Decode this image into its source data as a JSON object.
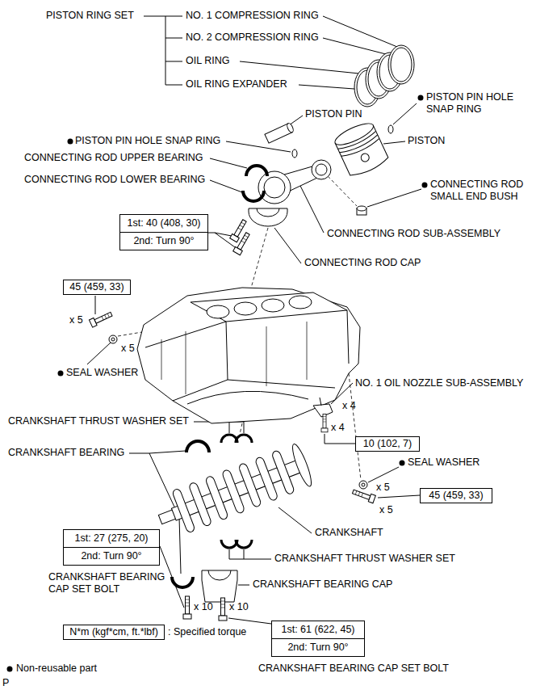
{
  "diagram": {
    "nodes": [
      {
        "text": [
          "1st: 40 (408, 30)",
          "2nd: Turn 90°"
        ]
      },
      {
        "text": [
          "45 (459, 33)"
        ]
      },
      {
        "text": [
          "10 (102, 7)"
        ]
      },
      {
        "text": [
          "45 (459, 33)"
        ]
      },
      {
        "text": [
          "1st: 27 (275, 20)",
          "2nd: Turn 90°"
        ]
      },
      {
        "text": [
          "1st: 61 (622, 45)",
          "2nd: Turn 90°"
        ]
      },
      {
        "text": [
          "N*m (kgf*cm, ft.*lbf)"
        ]
      }
    ],
    "labels": [
      "PISTON RING SET",
      "NO. 1 COMPRESSION RING",
      "NO. 2 COMPRESSION RING",
      "OIL RING",
      "OIL RING EXPANDER",
      "PISTON PIN HOLE SNAP RING",
      "PISTON PIN",
      "PISTON",
      "PISTON PIN HOLE SNAP RING",
      "CONNECTING ROD UPPER BEARING",
      "CONNECTING ROD LOWER BEARING",
      "CONNECTING ROD SMALL END BUSH",
      "CONNECTING ROD SUB-ASSEMBLY",
      "CONNECTING ROD CAP",
      "x 5",
      "x 5",
      "SEAL WASHER",
      "NO. 1 OIL NOZZLE SUB-ASSEMBLY",
      "x 4",
      "x 4",
      "CRANKSHAFT THRUST WASHER SET",
      "CRANKSHAFT BEARING",
      "SEAL WASHER",
      "x 5",
      "x 5",
      "CRANKSHAFT",
      "CRANKSHAFT THRUST WASHER SET",
      "CRANKSHAFT BEARING CAP SET BOLT",
      "CRANKSHAFT BEARING CAP",
      "x 10",
      "x 10",
      ": Specified torque",
      "CRANKSHAFT BEARING CAP SET BOLT",
      "P"
    ],
    "legend": [
      {
        "text": "Non-reusable part"
      }
    ]
  }
}
